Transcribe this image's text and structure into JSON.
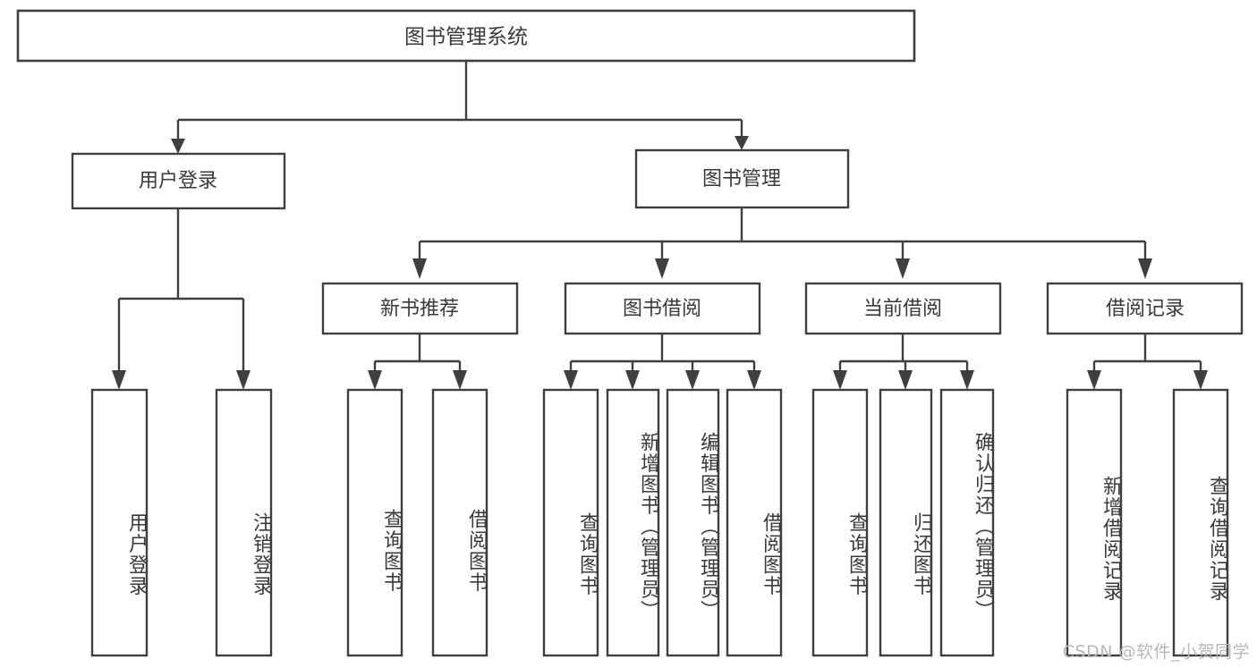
{
  "diagram": {
    "type": "tree-hierarchy-functional-decomposition",
    "title": "图书管理系统",
    "watermark": "CSDN @软件_小贺同学",
    "colors": {
      "background": "#ffffff",
      "stroke": "#3f3f3f",
      "text": "#3a3a3a",
      "watermark": "#b8b8b8"
    },
    "root": {
      "label": "图书管理系统"
    },
    "level1": [
      {
        "id": "user-login",
        "label": "用户登录"
      },
      {
        "id": "book-management",
        "label": "图书管理"
      }
    ],
    "level2": [
      {
        "id": "new-book-recommend",
        "label": "新书推荐",
        "parent": "book-management"
      },
      {
        "id": "book-borrow",
        "label": "图书借阅",
        "parent": "book-management"
      },
      {
        "id": "current-borrow",
        "label": "当前借阅",
        "parent": "book-management"
      },
      {
        "id": "borrow-record",
        "label": "借阅记录",
        "parent": "book-management"
      }
    ],
    "leaves": [
      {
        "id": "leaf-user-login",
        "label": "用户登录",
        "parent": "user-login"
      },
      {
        "id": "leaf-logout-login",
        "label": "注销登录",
        "parent": "user-login"
      },
      {
        "id": "leaf-query-book-1",
        "label": "查询图书",
        "parent": "new-book-recommend"
      },
      {
        "id": "leaf-borrow-book-1",
        "label": "借阅图书",
        "parent": "new-book-recommend"
      },
      {
        "id": "leaf-query-book-2",
        "label": "查询图书",
        "parent": "book-borrow"
      },
      {
        "id": "leaf-add-book",
        "label": "新增图书（管理员）",
        "parent": "book-borrow"
      },
      {
        "id": "leaf-edit-book",
        "label": "编辑图书（管理员）",
        "parent": "book-borrow"
      },
      {
        "id": "leaf-borrow-book-2",
        "label": "借阅图书",
        "parent": "book-borrow"
      },
      {
        "id": "leaf-query-book-3",
        "label": "查询图书",
        "parent": "current-borrow"
      },
      {
        "id": "leaf-return-book",
        "label": "归还图书",
        "parent": "current-borrow"
      },
      {
        "id": "leaf-confirm-return",
        "label": "确认归还（管理员）",
        "parent": "current-borrow"
      },
      {
        "id": "leaf-add-record",
        "label": "新增借阅记录",
        "parent": "borrow-record"
      },
      {
        "id": "leaf-query-record",
        "label": "查询借阅记录",
        "parent": "borrow-record"
      }
    ]
  }
}
